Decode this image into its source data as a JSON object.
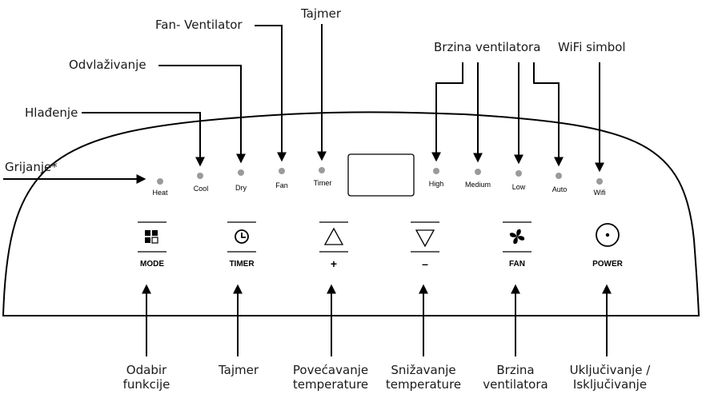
{
  "indicators": {
    "heat": "Heat",
    "cool": "Cool",
    "dry": "Dry",
    "fan": "Fan",
    "timer": "Timer",
    "high": "High",
    "medium": "Medium",
    "low": "Low",
    "auto": "Auto",
    "wifi": "Wifi"
  },
  "buttons": {
    "mode": "MODE",
    "timer": "TIMER",
    "plus": "+",
    "minus": "–",
    "fan": "FAN",
    "power": "POWER"
  },
  "callouts_top": {
    "grijanje": "Grijanje*",
    "hladenje": "Hlađenje",
    "odvlazivanje": "Odvlaživanje",
    "fan_ventilator": "Fan- Ventilator",
    "tajmer": "Tajmer",
    "brzina_ventilatora": "Brzina ventilatora",
    "wifi_simbol": "WiFi simbol"
  },
  "callouts_bottom": {
    "odabir_l1": "Odabir",
    "odabir_l2": "funkcije",
    "tajmer": "Tajmer",
    "povecavanje_l1": "Povećavanje",
    "povecavanje_l2": "temperature",
    "snizavanje_l1": "Snižavanje",
    "snizavanje_l2": "temperature",
    "brzina_l1": "Brzina",
    "brzina_l2": "ventilatora",
    "ukljucivanje_l1": "Uključivanje /",
    "ukljucivanje_l2": "Isključivanje"
  },
  "icons": {
    "mode": "mode-squares-icon",
    "timer": "clock-icon",
    "plus": "triangle-up-icon",
    "minus": "triangle-down-icon",
    "fan": "fan-icon",
    "power": "power-circle-icon"
  },
  "colors": {
    "led": "#9a9a9a",
    "line": "#000000"
  }
}
